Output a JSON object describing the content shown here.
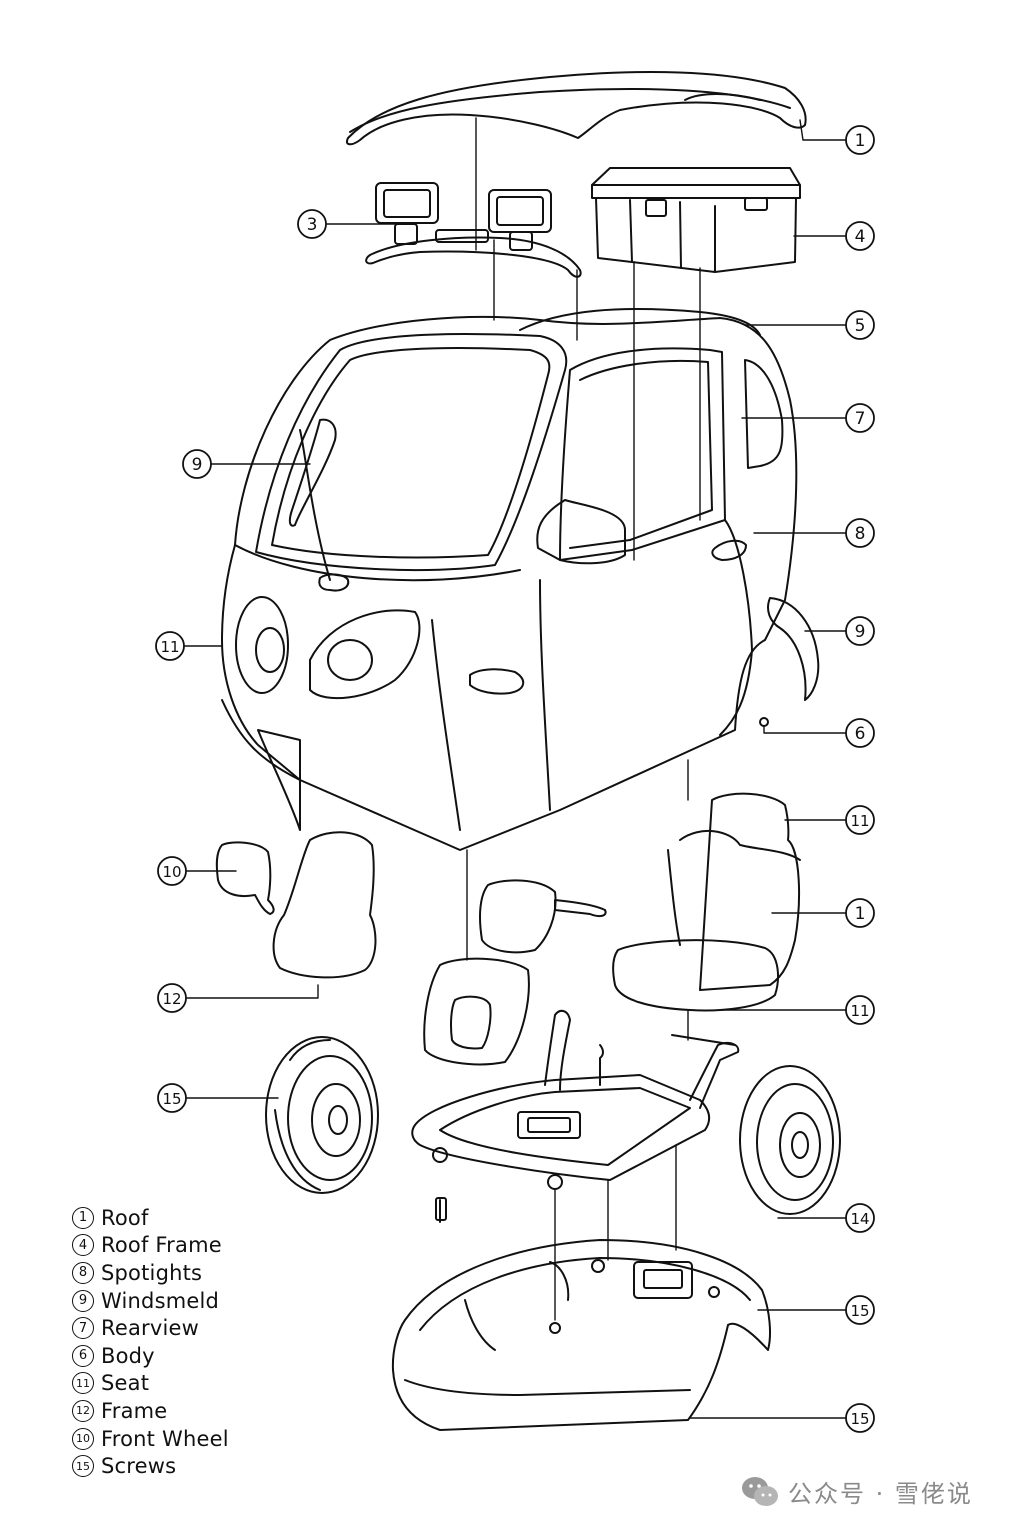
{
  "callouts": [
    {
      "id": "c1",
      "num": "1"
    },
    {
      "id": "c3",
      "num": "3"
    },
    {
      "id": "c4",
      "num": "4"
    },
    {
      "id": "c5",
      "num": "5"
    },
    {
      "id": "c7",
      "num": "7"
    },
    {
      "id": "c9a",
      "num": "9"
    },
    {
      "id": "c8",
      "num": "8"
    },
    {
      "id": "c9b",
      "num": "9"
    },
    {
      "id": "c11a",
      "num": "11"
    },
    {
      "id": "c6",
      "num": "6"
    },
    {
      "id": "c11b",
      "num": "11"
    },
    {
      "id": "c1b",
      "num": "1"
    },
    {
      "id": "c10",
      "num": "10"
    },
    {
      "id": "c12",
      "num": "12"
    },
    {
      "id": "c11c",
      "num": "11"
    },
    {
      "id": "c15a",
      "num": "15"
    },
    {
      "id": "c14",
      "num": "14"
    },
    {
      "id": "c15b",
      "num": "15"
    },
    {
      "id": "c15c",
      "num": "15"
    }
  ],
  "legend": [
    {
      "num": "1",
      "label": "Roof"
    },
    {
      "num": "4",
      "label": "Roof Frame"
    },
    {
      "num": "8",
      "label": "Spotights"
    },
    {
      "num": "9",
      "label": "Windsmeld"
    },
    {
      "num": "7",
      "label": "Rearview"
    },
    {
      "num": "6",
      "label": "Body"
    },
    {
      "num": "11",
      "label": "Seat"
    },
    {
      "num": "12",
      "label": "Frame"
    },
    {
      "num": "10",
      "label": "Front Wheel"
    },
    {
      "num": "15",
      "label": "Screws"
    }
  ],
  "watermark": {
    "text": "公众号 · 雪佬说",
    "icon": "wechat-icon"
  }
}
